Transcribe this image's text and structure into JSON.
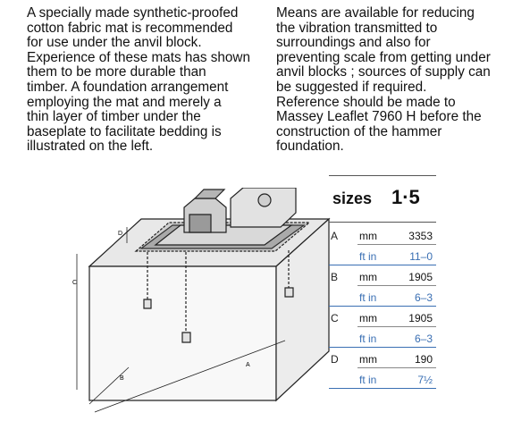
{
  "text": {
    "left_paragraph": "A specially made synthetic-proofed\ncotton fabric mat is recommended\nfor use under the anvil block.\nExperience of these mats has shown\nthem to be more durable than\ntimber. A foundation arrangement\nemploying the mat and merely a\nthin layer of timber under the\nbaseplate to facilitate bedding is\nillustrated on the left.",
    "right_paragraph": "Means are available for reducing\nthe vibration transmitted to\nsurroundings and also for\npreventing scale from getting under\nanvil blocks ; sources of supply can\nbe suggested if required.\nReference should be made to\nMassey Leaflet 7960 H before the\nconstruction of the hammer\nfoundation."
  },
  "diagram": {
    "labels": {
      "a": "A",
      "b": "B",
      "c": "C",
      "d": "D"
    }
  },
  "sizes": {
    "word": "sizes",
    "number": "1·5",
    "rows": [
      {
        "letter": "A",
        "unit": "mm",
        "value": "3353",
        "style": "metric"
      },
      {
        "letter": "",
        "unit": "ft in",
        "value": "11–0",
        "style": "imperial"
      },
      {
        "letter": "B",
        "unit": "mm",
        "value": "1905",
        "style": "metric"
      },
      {
        "letter": "",
        "unit": "ft in",
        "value": "6–3",
        "style": "imperial"
      },
      {
        "letter": "C",
        "unit": "mm",
        "value": "1905",
        "style": "metric"
      },
      {
        "letter": "",
        "unit": "ft in",
        "value": "6–3",
        "style": "imperial"
      },
      {
        "letter": "D",
        "unit": "mm",
        "value": "190",
        "style": "metric"
      },
      {
        "letter": "",
        "unit": "ft in",
        "value": "7½",
        "style": "imperial"
      }
    ]
  }
}
